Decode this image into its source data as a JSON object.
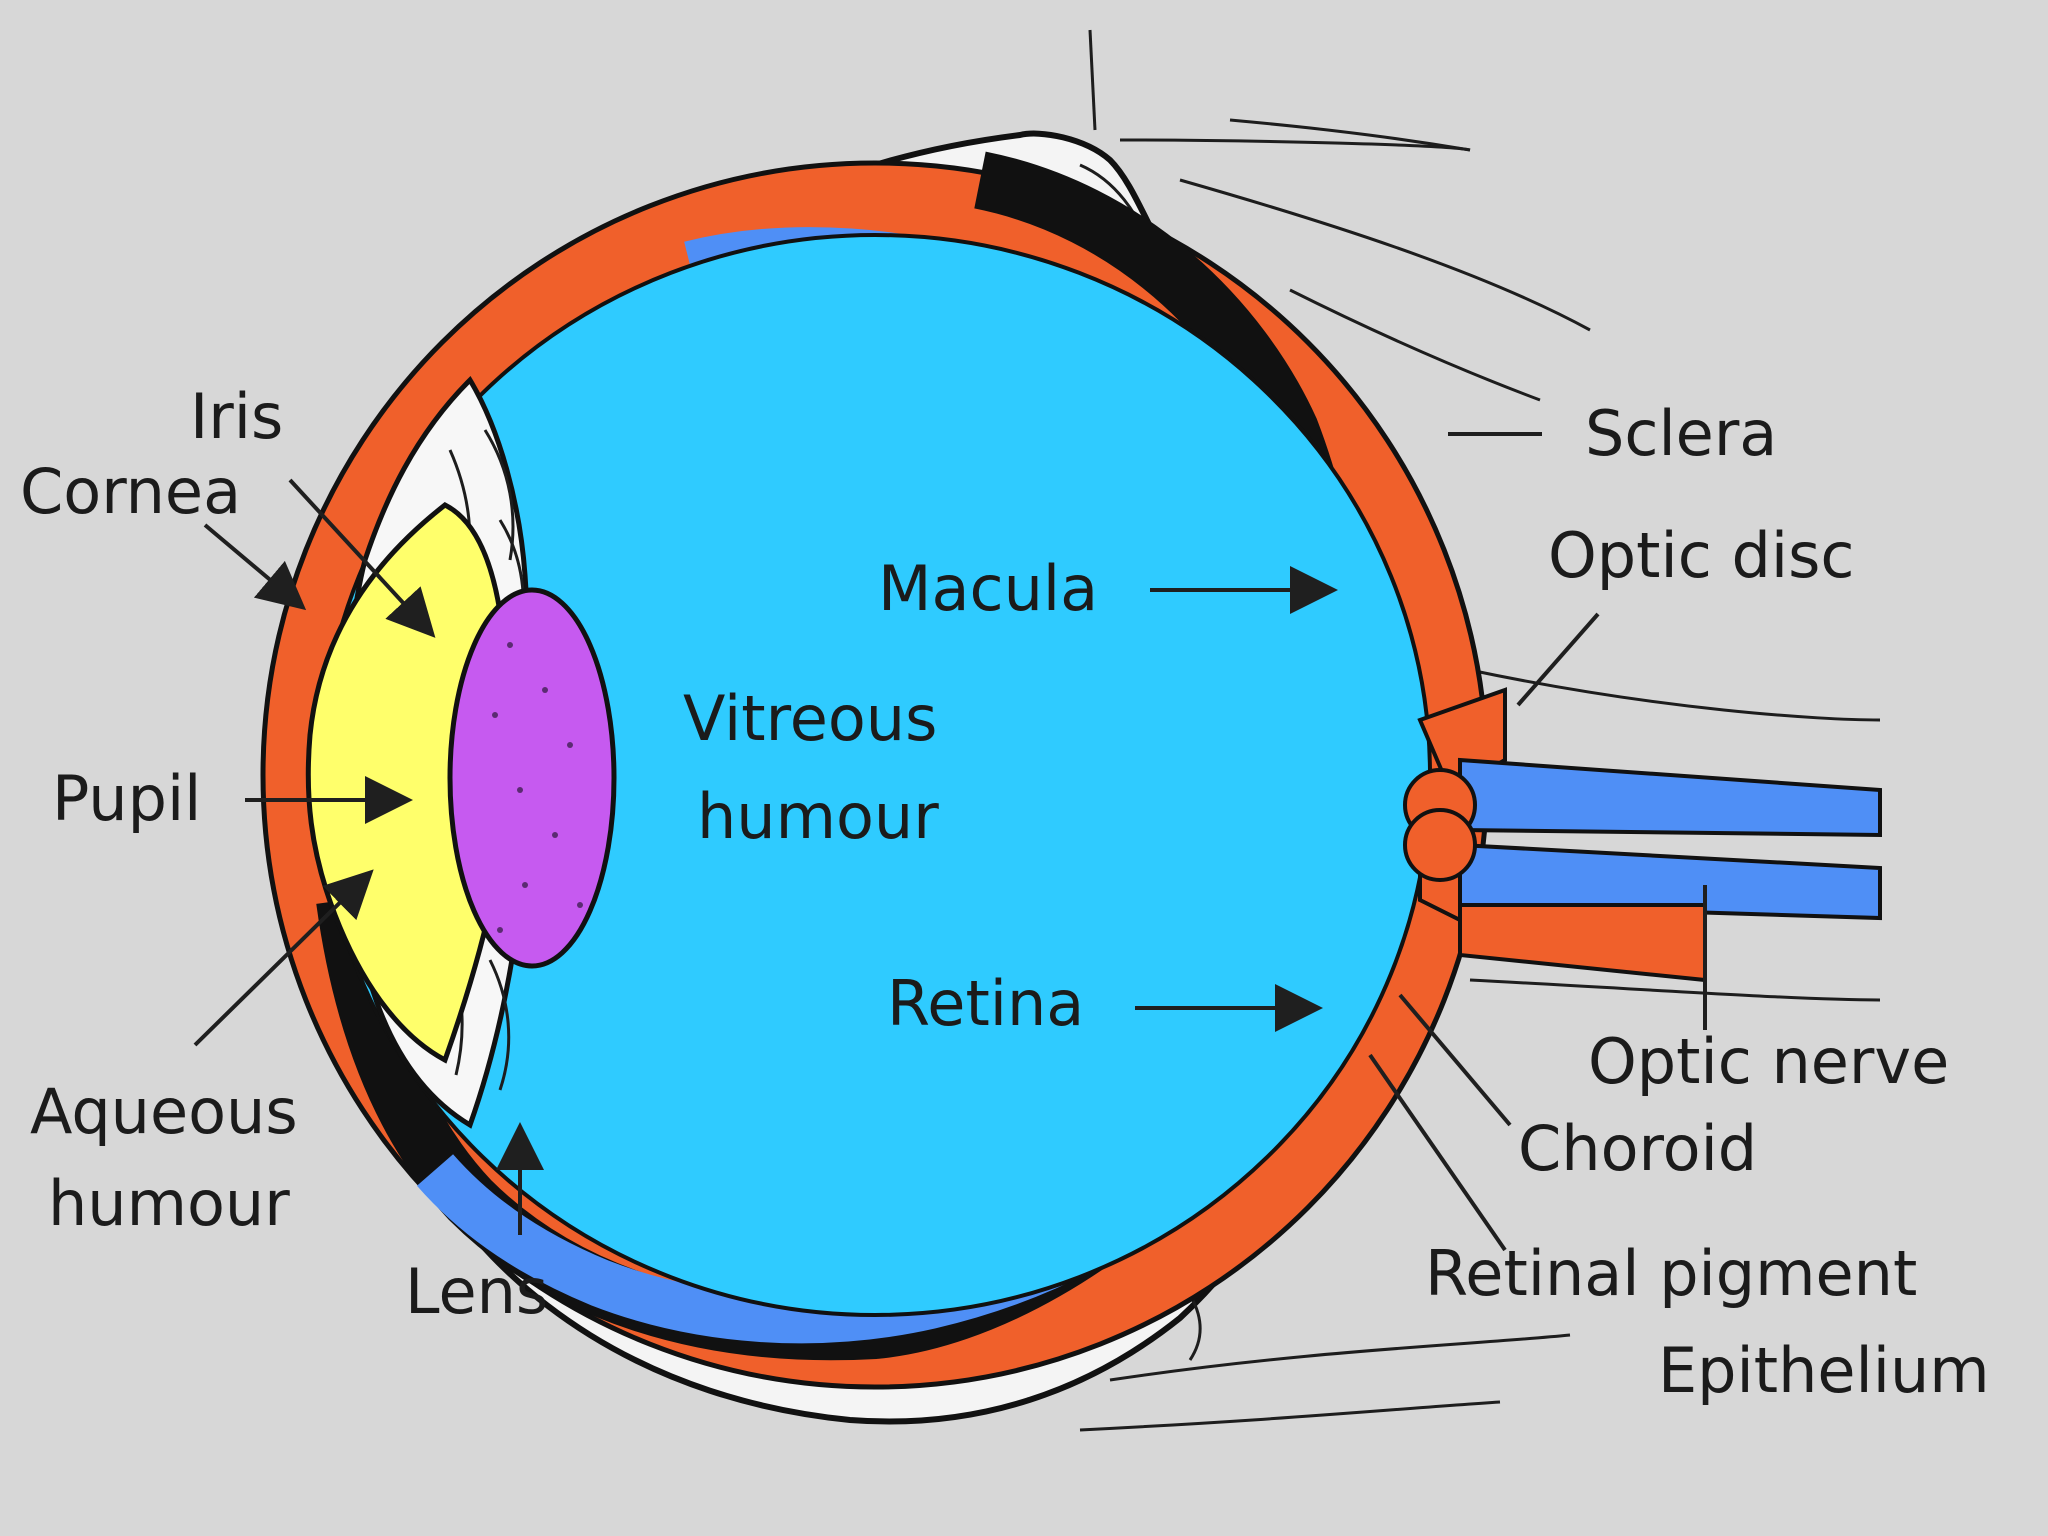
{
  "labels": {
    "iris": "Iris",
    "cornea": "Cornea",
    "pupil": "Pupil",
    "aqueous_line1": "Aqueous",
    "aqueous_line2": "humour",
    "lens": "Lens",
    "macula": "Macula",
    "vitreous_line1": "Vitreous",
    "vitreous_line2": "humour",
    "retina": "Retina",
    "sclera": "Sclera",
    "optic_disc": "Optic disc",
    "optic_nerve": "Optic nerve",
    "choroid": "Choroid",
    "rpe_line1": "Retinal pigment",
    "rpe_line2": "Epithelium"
  },
  "colors": {
    "background": "#d7d7d7",
    "sclera": "#f0602b",
    "vitreous": "#2fcbff",
    "retina_band": "#4f8ff6",
    "pigment_layer": "#111111",
    "lens": "#c65af0",
    "aqueous": "#ffff6b",
    "outline": "#111111"
  }
}
